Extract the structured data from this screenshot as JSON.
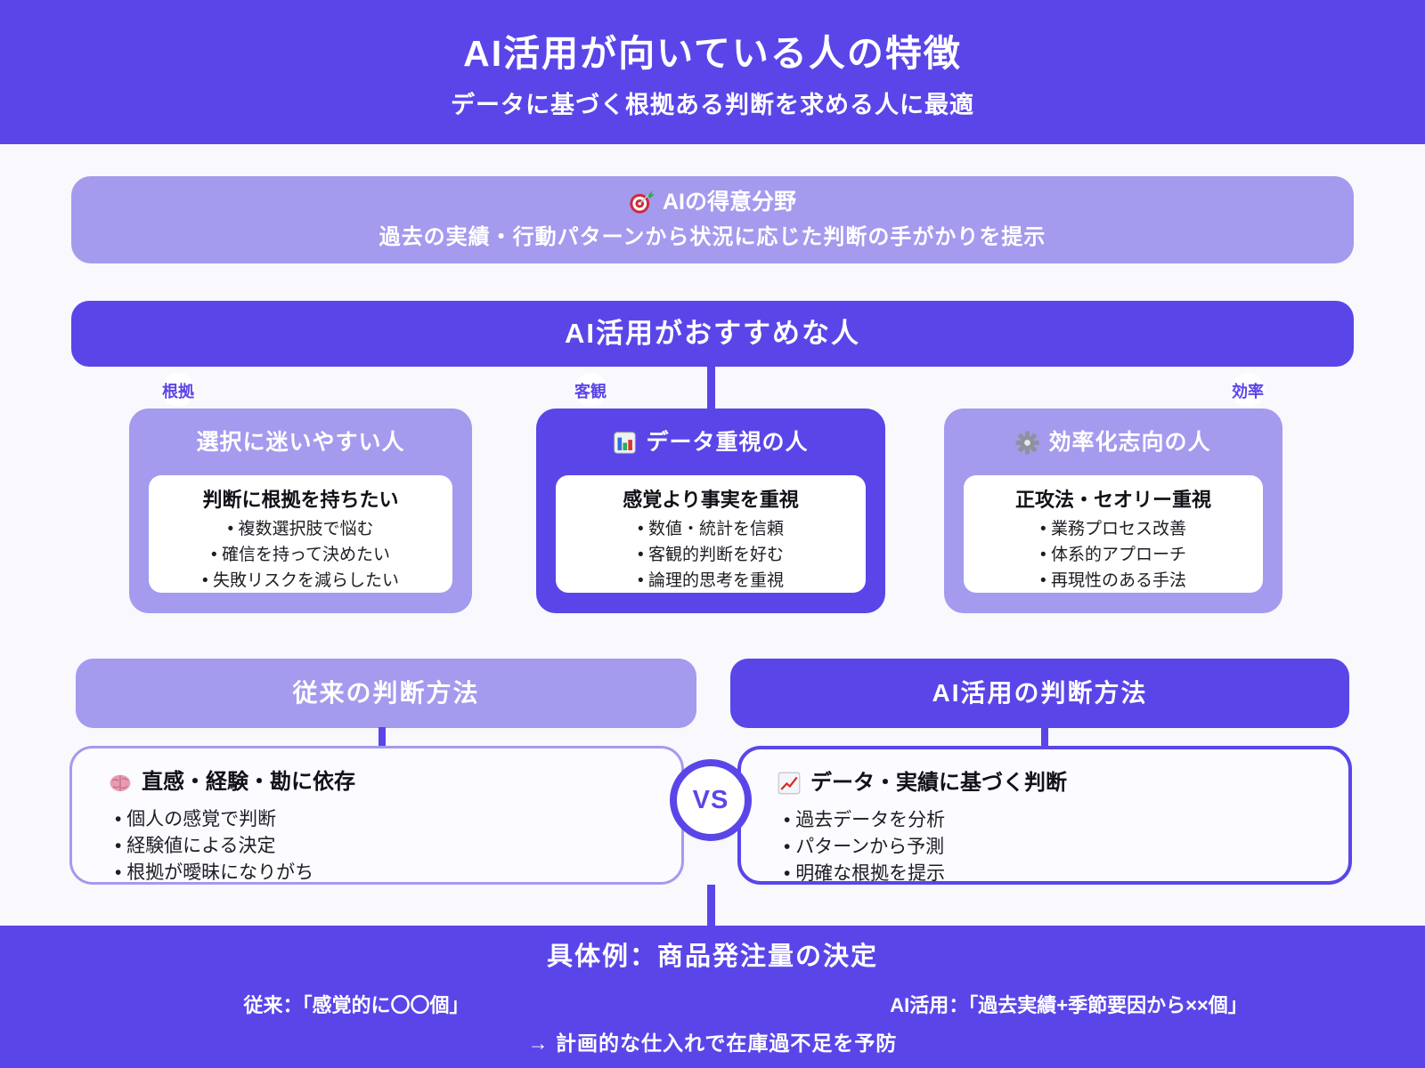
{
  "colors": {
    "primary_purple": "#5A46E8",
    "light_purple": "#A49AEE",
    "page_background": "#F8F8FD",
    "panel_background": "#FCFBFF",
    "text_dark": "#15151c",
    "text_white": "#FFFFFF"
  },
  "header": {
    "title": "AI活用が向いている人の特徴",
    "subtitle": "データに基づく根拠ある判断を求める人に最適"
  },
  "strength_banner": {
    "icon": "target-icon",
    "title": "AIの得意分野",
    "description": "過去の実績・行動パターンから状況に応じた判断の手がかりを提示"
  },
  "recommend_banner": {
    "title": "AI活用がおすすめな人"
  },
  "cards": [
    {
      "tag": "根拠",
      "title": "選択に迷いやすい人",
      "subtitle": "判断に根拠を持ちたい",
      "bullets": [
        "複数選択肢で悩む",
        "確信を持って決めたい",
        "失敗リスクを減らしたい"
      ]
    },
    {
      "tag": "客観",
      "icon": "bar-chart-icon",
      "title": "データ重視の人",
      "subtitle": "感覚より事実を重視",
      "bullets": [
        "数値・統計を信頼",
        "客観的判断を好む",
        "論理的思考を重視"
      ]
    },
    {
      "tag": "効率",
      "icon": "gear-icon",
      "title": "効率化志向の人",
      "subtitle": "正攻法・セオリー重視",
      "bullets": [
        "業務プロセス改善",
        "体系的アプローチ",
        "再現性のある手法"
      ]
    }
  ],
  "comparison": {
    "left_header": "従来の判断方法",
    "right_header": "AI活用の判断方法",
    "vs_label": "VS",
    "left": {
      "icon": "brain-icon",
      "title": "直感・経験・勘に依存",
      "bullets": [
        "個人の感覚で判断",
        "経験値による決定",
        "根拠が曖昧になりがち"
      ]
    },
    "right": {
      "icon": "trend-up-icon",
      "title": "データ・実績に基づく判断",
      "bullets": [
        "過去データを分析",
        "パターンから予測",
        "明確な根拠を提示"
      ]
    }
  },
  "footer": {
    "title": "具体例：商品発注量の決定",
    "traditional_example": "従来：「感覚的に〇〇個」",
    "ai_example": "AI活用：「過去実績+季節要因から××個」",
    "conclusion": "→ 計画的な仕入れで在庫過不足を予防"
  }
}
